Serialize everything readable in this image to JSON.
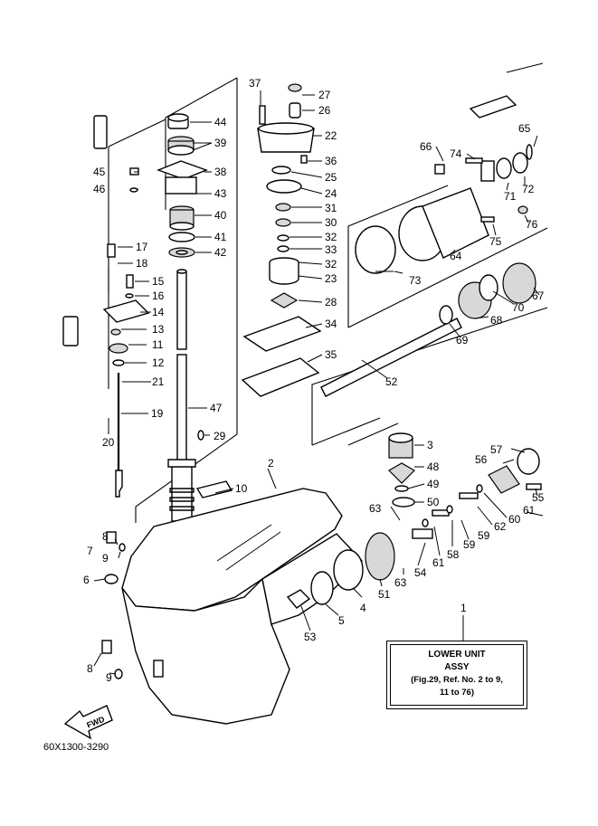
{
  "info_box": {
    "title": "LOWER UNIT",
    "subtitle": "ASSY",
    "ref_line1": "(Fig.29, Ref. No. 2 to 9,",
    "ref_line2": "11 to 76)"
  },
  "diagram_code": "60X1300-3290",
  "fwd_label": "FWD",
  "callouts": [
    "1",
    "2",
    "3",
    "4",
    "5",
    "6",
    "7",
    "8",
    "9",
    "9",
    "8",
    "10",
    "11",
    "12",
    "13",
    "14",
    "15",
    "16",
    "17",
    "18",
    "19",
    "20",
    "21",
    "22",
    "23",
    "24",
    "25",
    "26",
    "27",
    "28",
    "29",
    "30",
    "31",
    "32",
    "32",
    "33",
    "34",
    "35",
    "36",
    "37",
    "38",
    "39",
    "40",
    "41",
    "42",
    "43",
    "44",
    "45",
    "46",
    "47",
    "48",
    "49",
    "50",
    "51",
    "52",
    "53",
    "54",
    "55",
    "56",
    "57",
    "58",
    "59",
    "59",
    "60",
    "61",
    "61",
    "62",
    "63",
    "63",
    "64",
    "65",
    "66",
    "67",
    "68",
    "69",
    "70",
    "71",
    "72",
    "73",
    "74",
    "75",
    "76"
  ]
}
